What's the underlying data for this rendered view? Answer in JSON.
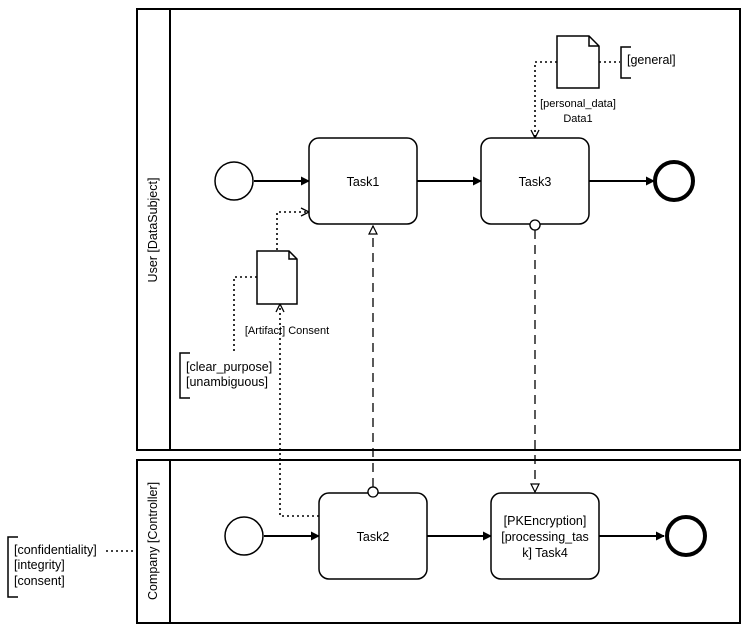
{
  "pools": {
    "user": {
      "label": "User [DataSubject]"
    },
    "company": {
      "label": "Company [Controller]"
    }
  },
  "tasks": {
    "task1": "Task1",
    "task3": "Task3",
    "task2": "Task2",
    "task4": [
      "[PKEncryption]",
      "[processing_tas",
      "k] Task4"
    ]
  },
  "data_objects": {
    "data1": {
      "label_line1": "[personal_data]",
      "label_line2": "Data1"
    },
    "consent": {
      "label": "[Artifact] Consent"
    }
  },
  "annotations": {
    "general": [
      "[general]"
    ],
    "consent_props": [
      "[clear_purpose]",
      "[unambiguous]"
    ],
    "company_props": [
      "[confidentiality]",
      "[integrity]",
      "[consent]"
    ]
  }
}
